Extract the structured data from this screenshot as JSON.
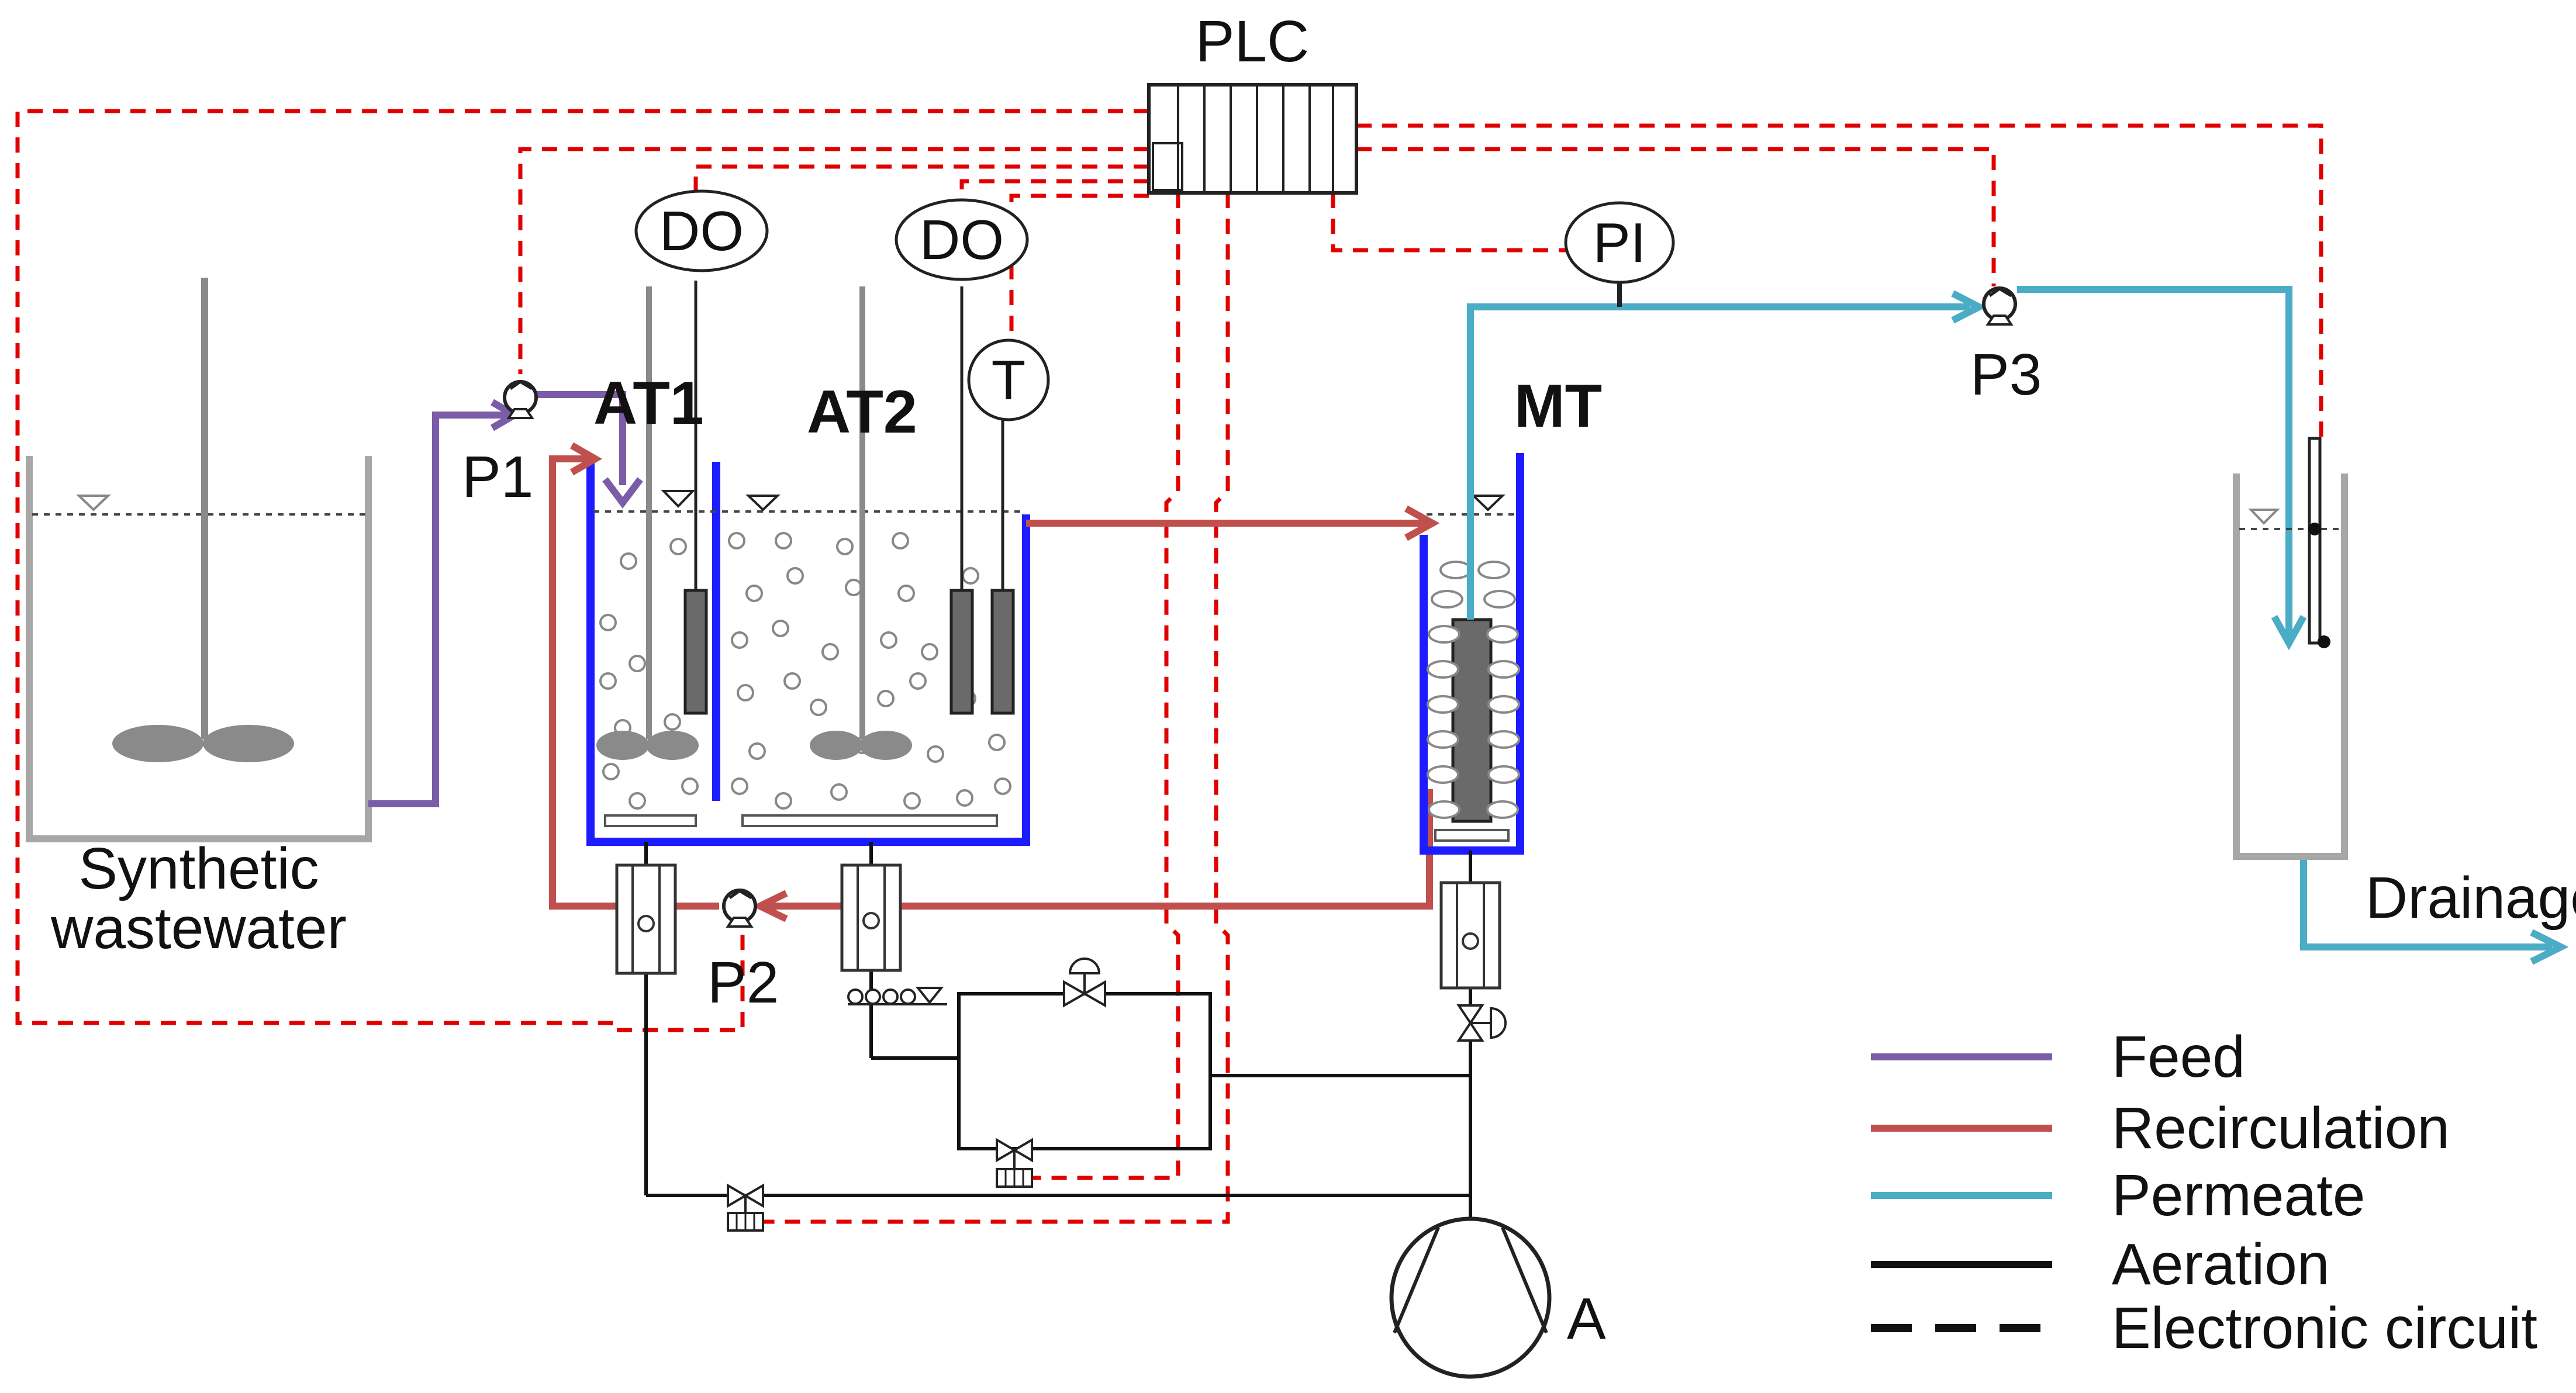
{
  "labels": {
    "plc": "PLC",
    "do1": "DO",
    "do2": "DO",
    "temp": "T",
    "pi": "PI",
    "at1": "AT1",
    "at2": "AT2",
    "mt": "MT",
    "p1": "P1",
    "p2": "P2",
    "p3": "P3",
    "blower": "A",
    "synthetic_line1": "Synthetic",
    "synthetic_line2": "wastewater",
    "drainage": "Drainage"
  },
  "legend": [
    {
      "label": "Feed",
      "color": "#7b5ca6",
      "style": "solid"
    },
    {
      "label": "Recirculation",
      "color": "#c0504d",
      "style": "solid"
    },
    {
      "label": "Permeate",
      "color": "#4bacc6",
      "style": "solid"
    },
    {
      "label": "Aeration",
      "color": "#111111",
      "style": "solid"
    },
    {
      "label": "Electronic circuit",
      "color": "#111111",
      "style": "dashed"
    }
  ],
  "colors": {
    "feed": "#7b5ca6",
    "recirculation": "#c0504d",
    "permeate": "#4bacc6",
    "aeration": "#111111",
    "electronic": "#e00000",
    "reactor_wall": "#1c1cff"
  }
}
